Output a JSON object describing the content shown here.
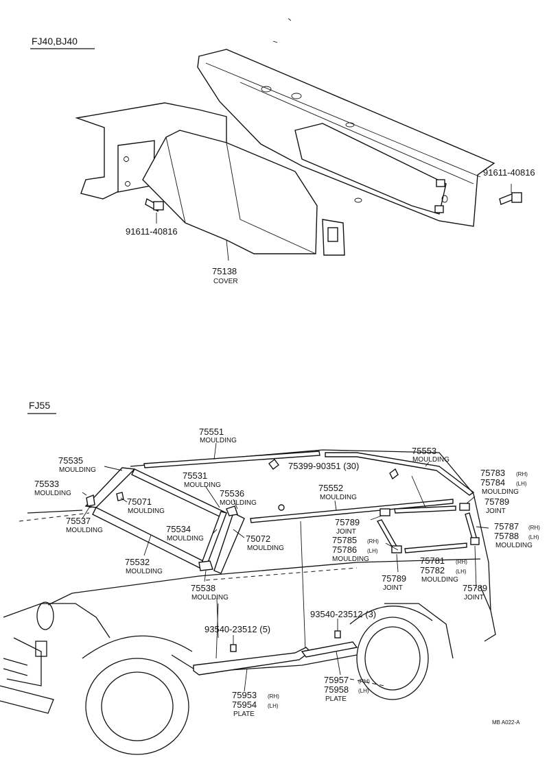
{
  "sections": [
    {
      "heading": "FJ40,BJ40"
    },
    {
      "heading": "FJ55"
    }
  ],
  "callouts": {
    "top_bolt_left": {
      "part": "91611-40816"
    },
    "top_bolt_right": {
      "part": "91611-40816"
    },
    "cover": {
      "part": "75138",
      "name": "COVER"
    },
    "p75551": {
      "part": "75551",
      "name": "MOULDING"
    },
    "p75553": {
      "part": "75553",
      "name": "MOULDING"
    },
    "p75535": {
      "part": "75535",
      "name": "MOULDING"
    },
    "p75399": {
      "part": "75399-90351 (30)"
    },
    "p75783": {
      "part": "75783",
      "suffix": "(RH)"
    },
    "p75784": {
      "part": "75784",
      "suffix": "(LH)",
      "name": "MOULDING"
    },
    "p75533": {
      "part": "75533",
      "name": "MOULDING"
    },
    "p75531": {
      "part": "75531",
      "name": "MOULDING"
    },
    "p75536": {
      "part": "75536",
      "name": "MOULDING"
    },
    "p75552": {
      "part": "75552",
      "name": "MOULDING"
    },
    "p75789a": {
      "part": "75789",
      "name": "JOINT"
    },
    "p75071": {
      "part": "75071",
      "name": "MOULDING"
    },
    "p75537": {
      "part": "75537",
      "name": "MOULDING"
    },
    "p75789b": {
      "part": "75789",
      "name": "JOINT"
    },
    "p75785": {
      "part": "75785",
      "suffix": "(RH)"
    },
    "p75786": {
      "part": "75786",
      "suffix": "(LH)",
      "name": "MOULDING"
    },
    "p75787": {
      "part": "75787",
      "suffix": "(RH)"
    },
    "p75788": {
      "part": "75788",
      "suffix": "(LH)",
      "name": "MOULDING"
    },
    "p75534": {
      "part": "75534",
      "name": "MOULDING"
    },
    "p75072": {
      "part": "75072",
      "name": "MOULDING"
    },
    "p75781": {
      "part": "75781",
      "suffix": "(RH)"
    },
    "p75782": {
      "part": "75782",
      "suffix": "(LH)",
      "name": "MOULDING"
    },
    "p75532": {
      "part": "75532",
      "name": "MOULDING"
    },
    "p75789c": {
      "part": "75789",
      "name": "JOINT"
    },
    "p75789d": {
      "part": "75789",
      "name": "JOINT"
    },
    "p75538": {
      "part": "75538",
      "name": "MOULDING"
    },
    "p93540_3": {
      "part": "93540-23512 (3)"
    },
    "p93540_5": {
      "part": "93540-23512 (5)"
    },
    "p75957": {
      "part": "75957",
      "suffix": "(RH)"
    },
    "p75958": {
      "part": "75958",
      "suffix": "(LH)",
      "name": "PLATE"
    },
    "p75953": {
      "part": "75953",
      "suffix": "(RH)"
    },
    "p75954": {
      "part": "75954",
      "suffix": "(LH)",
      "name": "PLATE"
    }
  },
  "footer": {
    "code": "MB  A022-A"
  }
}
